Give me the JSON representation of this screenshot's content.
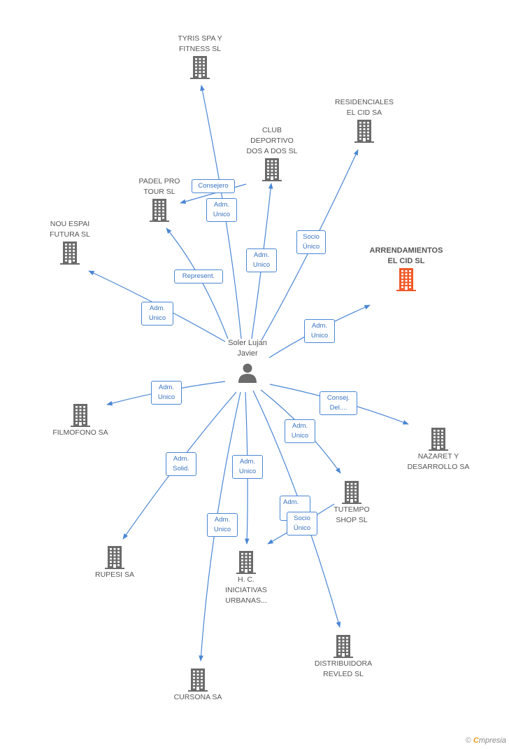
{
  "colors": {
    "edge": "#4a86d4",
    "building": "#6b6b6b",
    "highlight": "#f05a28"
  },
  "person": {
    "name": "Soler Lujan\nJavier",
    "icon": "person-icon"
  },
  "companies": [
    {
      "id": "tyris",
      "name": "TYRIS SPA Y\nFITNESS SL"
    },
    {
      "id": "residenciales",
      "name": "RESIDENCIALES\nEL CID SA"
    },
    {
      "id": "club",
      "name": "CLUB\nDEPORTIVO\nDOS A DOS SL"
    },
    {
      "id": "padel",
      "name": "PADEL PRO\nTOUR SL"
    },
    {
      "id": "nou",
      "name": "NOU ESPAI\nFUTURA SL"
    },
    {
      "id": "arrendamientos",
      "name": "ARRENDAMIENTOS\nEL CID SL",
      "highlight": true
    },
    {
      "id": "filmofono",
      "name": "FILMOFONO SA"
    },
    {
      "id": "nazaret",
      "name": "NAZARET Y\nDESARROLLO SA"
    },
    {
      "id": "tutempo",
      "name": "TUTEMPO\nSHOP SL"
    },
    {
      "id": "rupesi",
      "name": "RUPESI SA"
    },
    {
      "id": "hc",
      "name": "H. C.\nINICIATIVAS\nURBANAS..."
    },
    {
      "id": "distribuidora",
      "name": "DISTRIBUIDORA\nREVLED SL"
    },
    {
      "id": "cursona",
      "name": "CURSONA SA"
    }
  ],
  "relations": [
    {
      "id": "r-consejero",
      "label": "Consejero"
    },
    {
      "id": "r-tyris",
      "label": "Adm.\nUnico"
    },
    {
      "id": "r-club",
      "label": "Adm.\nUnico"
    },
    {
      "id": "r-residenciales",
      "label": "Socio\nÚnico"
    },
    {
      "id": "r-padel",
      "label": "Represent."
    },
    {
      "id": "r-nou",
      "label": "Adm.\nUnico"
    },
    {
      "id": "r-arrend",
      "label": "Adm.\nUnico"
    },
    {
      "id": "r-filmofono",
      "label": "Adm.\nUnico"
    },
    {
      "id": "r-nazaret",
      "label": "Consej.\nDel...."
    },
    {
      "id": "r-tutempo",
      "label": "Adm.\nUnico"
    },
    {
      "id": "r-rupesi",
      "label": "Adm.\nSolid."
    },
    {
      "id": "r-hc",
      "label": "Adm.\nUnico"
    },
    {
      "id": "r-hc2",
      "label": "Adm."
    },
    {
      "id": "r-hc3",
      "label": "Socio\nÚnico"
    },
    {
      "id": "r-cursona",
      "label": "Adm.\nUnico"
    }
  ],
  "brand": {
    "copyright": "©",
    "first": "C",
    "rest": "mpresia"
  }
}
